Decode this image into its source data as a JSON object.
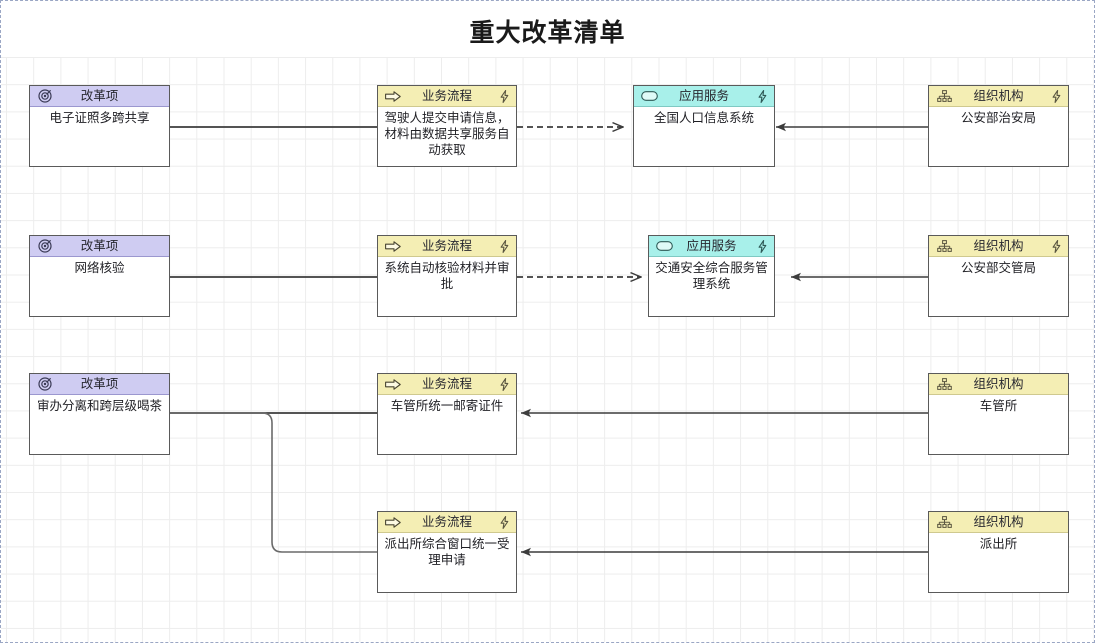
{
  "page": {
    "title": "重大改革清单",
    "canvas_border_color": "#9aa6c4",
    "grid_color": "#ededed"
  },
  "palette": {
    "reform_header": "#cfccf2",
    "process_header": "#f4eeb4",
    "service_header": "#a8f0ea",
    "org_header": "#f4eeb4",
    "node_border": "#5a5a5a",
    "connector": "#3c3c3c"
  },
  "diagram": {
    "type": "archimate-like-flow",
    "columns": [
      "改革项",
      "业务流程",
      "应用服务",
      "组织机构"
    ],
    "nodes": [
      {
        "id": "r1c1",
        "type": "reform",
        "header": "改革项",
        "body": "电子证照多跨共享",
        "left_icon": "target-icon",
        "right_icon": null
      },
      {
        "id": "r1c2",
        "type": "process",
        "header": "业务流程",
        "body": "驾驶人提交申请信息，材料由数据共享服务自动获取",
        "left_icon": "arrow-right-icon",
        "right_icon": "lightning-icon"
      },
      {
        "id": "r1c3",
        "type": "service",
        "header": "应用服务",
        "body": "全国人口信息系统",
        "left_icon": "rounded-rect-icon",
        "right_icon": "lightning-icon"
      },
      {
        "id": "r1c4",
        "type": "org",
        "header": "组织机构",
        "body": "公安部治安局",
        "left_icon": "org-chart-icon",
        "right_icon": "lightning-icon"
      },
      {
        "id": "r2c1",
        "type": "reform",
        "header": "改革项",
        "body": "网络核验",
        "left_icon": "target-icon",
        "right_icon": null
      },
      {
        "id": "r2c2",
        "type": "process",
        "header": "业务流程",
        "body": "系统自动核验材料并审批",
        "left_icon": "arrow-right-icon",
        "right_icon": "lightning-icon"
      },
      {
        "id": "r2c3",
        "type": "service",
        "header": "应用服务",
        "body": "交通安全综合服务管理系统",
        "left_icon": "rounded-rect-icon",
        "right_icon": "lightning-icon"
      },
      {
        "id": "r2c4",
        "type": "org",
        "header": "组织机构",
        "body": "公安部交管局",
        "left_icon": "org-chart-icon",
        "right_icon": "lightning-icon"
      },
      {
        "id": "r3c1",
        "type": "reform",
        "header": "改革项",
        "body": "审办分离和跨层级喝茶",
        "left_icon": "target-icon",
        "right_icon": null
      },
      {
        "id": "r3c2",
        "type": "process",
        "header": "业务流程",
        "body": "车管所统一邮寄证件",
        "left_icon": "arrow-right-icon",
        "right_icon": "lightning-icon"
      },
      {
        "id": "r3c4",
        "type": "org",
        "header": "组织机构",
        "body": "车管所",
        "left_icon": "org-chart-icon",
        "right_icon": null
      },
      {
        "id": "r4c2",
        "type": "process",
        "header": "业务流程",
        "body": "派出所综合窗口统一受理申请",
        "left_icon": "arrow-right-icon",
        "right_icon": "lightning-icon"
      },
      {
        "id": "r4c4",
        "type": "org",
        "header": "组织机构",
        "body": "派出所",
        "left_icon": "org-chart-icon",
        "right_icon": null
      }
    ],
    "connections": [
      {
        "from": "r1c1",
        "to": "r1c2",
        "style": "solid",
        "arrow": "none"
      },
      {
        "from": "r1c2",
        "to": "r1c3",
        "style": "dashed",
        "arrow": "open"
      },
      {
        "from": "r1c4",
        "to": "r1c3",
        "style": "solid",
        "arrow": "filled"
      },
      {
        "from": "r2c1",
        "to": "r2c2",
        "style": "solid",
        "arrow": "none"
      },
      {
        "from": "r2c2",
        "to": "r2c3",
        "style": "dashed",
        "arrow": "open"
      },
      {
        "from": "r2c4",
        "to": "r2c3",
        "style": "solid",
        "arrow": "filled"
      },
      {
        "from": "r3c1",
        "to": "r3c2",
        "style": "solid",
        "arrow": "none"
      },
      {
        "from": "r3c4",
        "to": "r3c2",
        "style": "solid",
        "arrow": "filled"
      },
      {
        "from": "r3c1",
        "to": "r4c2",
        "style": "solid-elbow",
        "arrow": "none"
      },
      {
        "from": "r4c4",
        "to": "r4c2",
        "style": "solid",
        "arrow": "filled"
      }
    ]
  }
}
